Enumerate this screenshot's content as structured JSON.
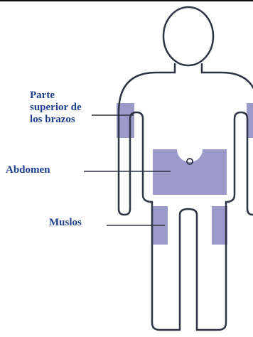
{
  "colors": {
    "outline": "#2e3443",
    "injection_site": "#9c9acb",
    "label_text": "#1f3f8f",
    "pointer_line": "#2e3443"
  },
  "regions": [
    {
      "id": "upper-arms",
      "label": "Parte\nsuperior de\nlos brazos"
    },
    {
      "id": "abdomen",
      "label": "Abdomen"
    },
    {
      "id": "thighs",
      "label": "Muslos"
    }
  ]
}
